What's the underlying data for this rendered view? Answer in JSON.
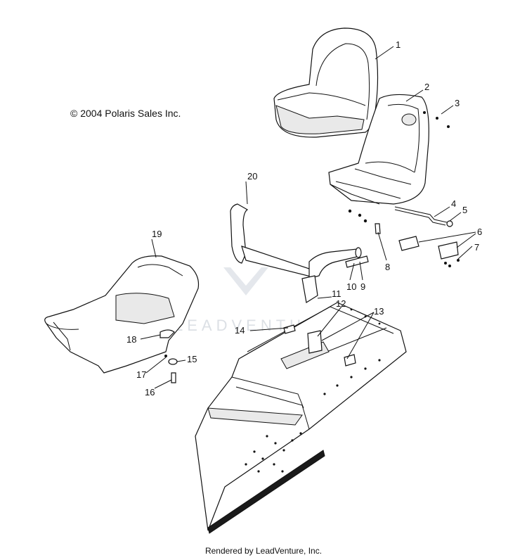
{
  "copyright": "© 2004 Polaris Sales Inc.",
  "footer": "Rendered by LeadVenture, Inc.",
  "watermark": "LEADVENTURE",
  "callouts": [
    "1",
    "2",
    "3",
    "4",
    "5",
    "6",
    "7",
    "8",
    "9",
    "10",
    "11",
    "12",
    "13",
    "14",
    "15",
    "16",
    "17",
    "18",
    "19",
    "20"
  ],
  "colors": {
    "line": "#111111",
    "background": "#ffffff",
    "watermark": "#d9dde3"
  }
}
